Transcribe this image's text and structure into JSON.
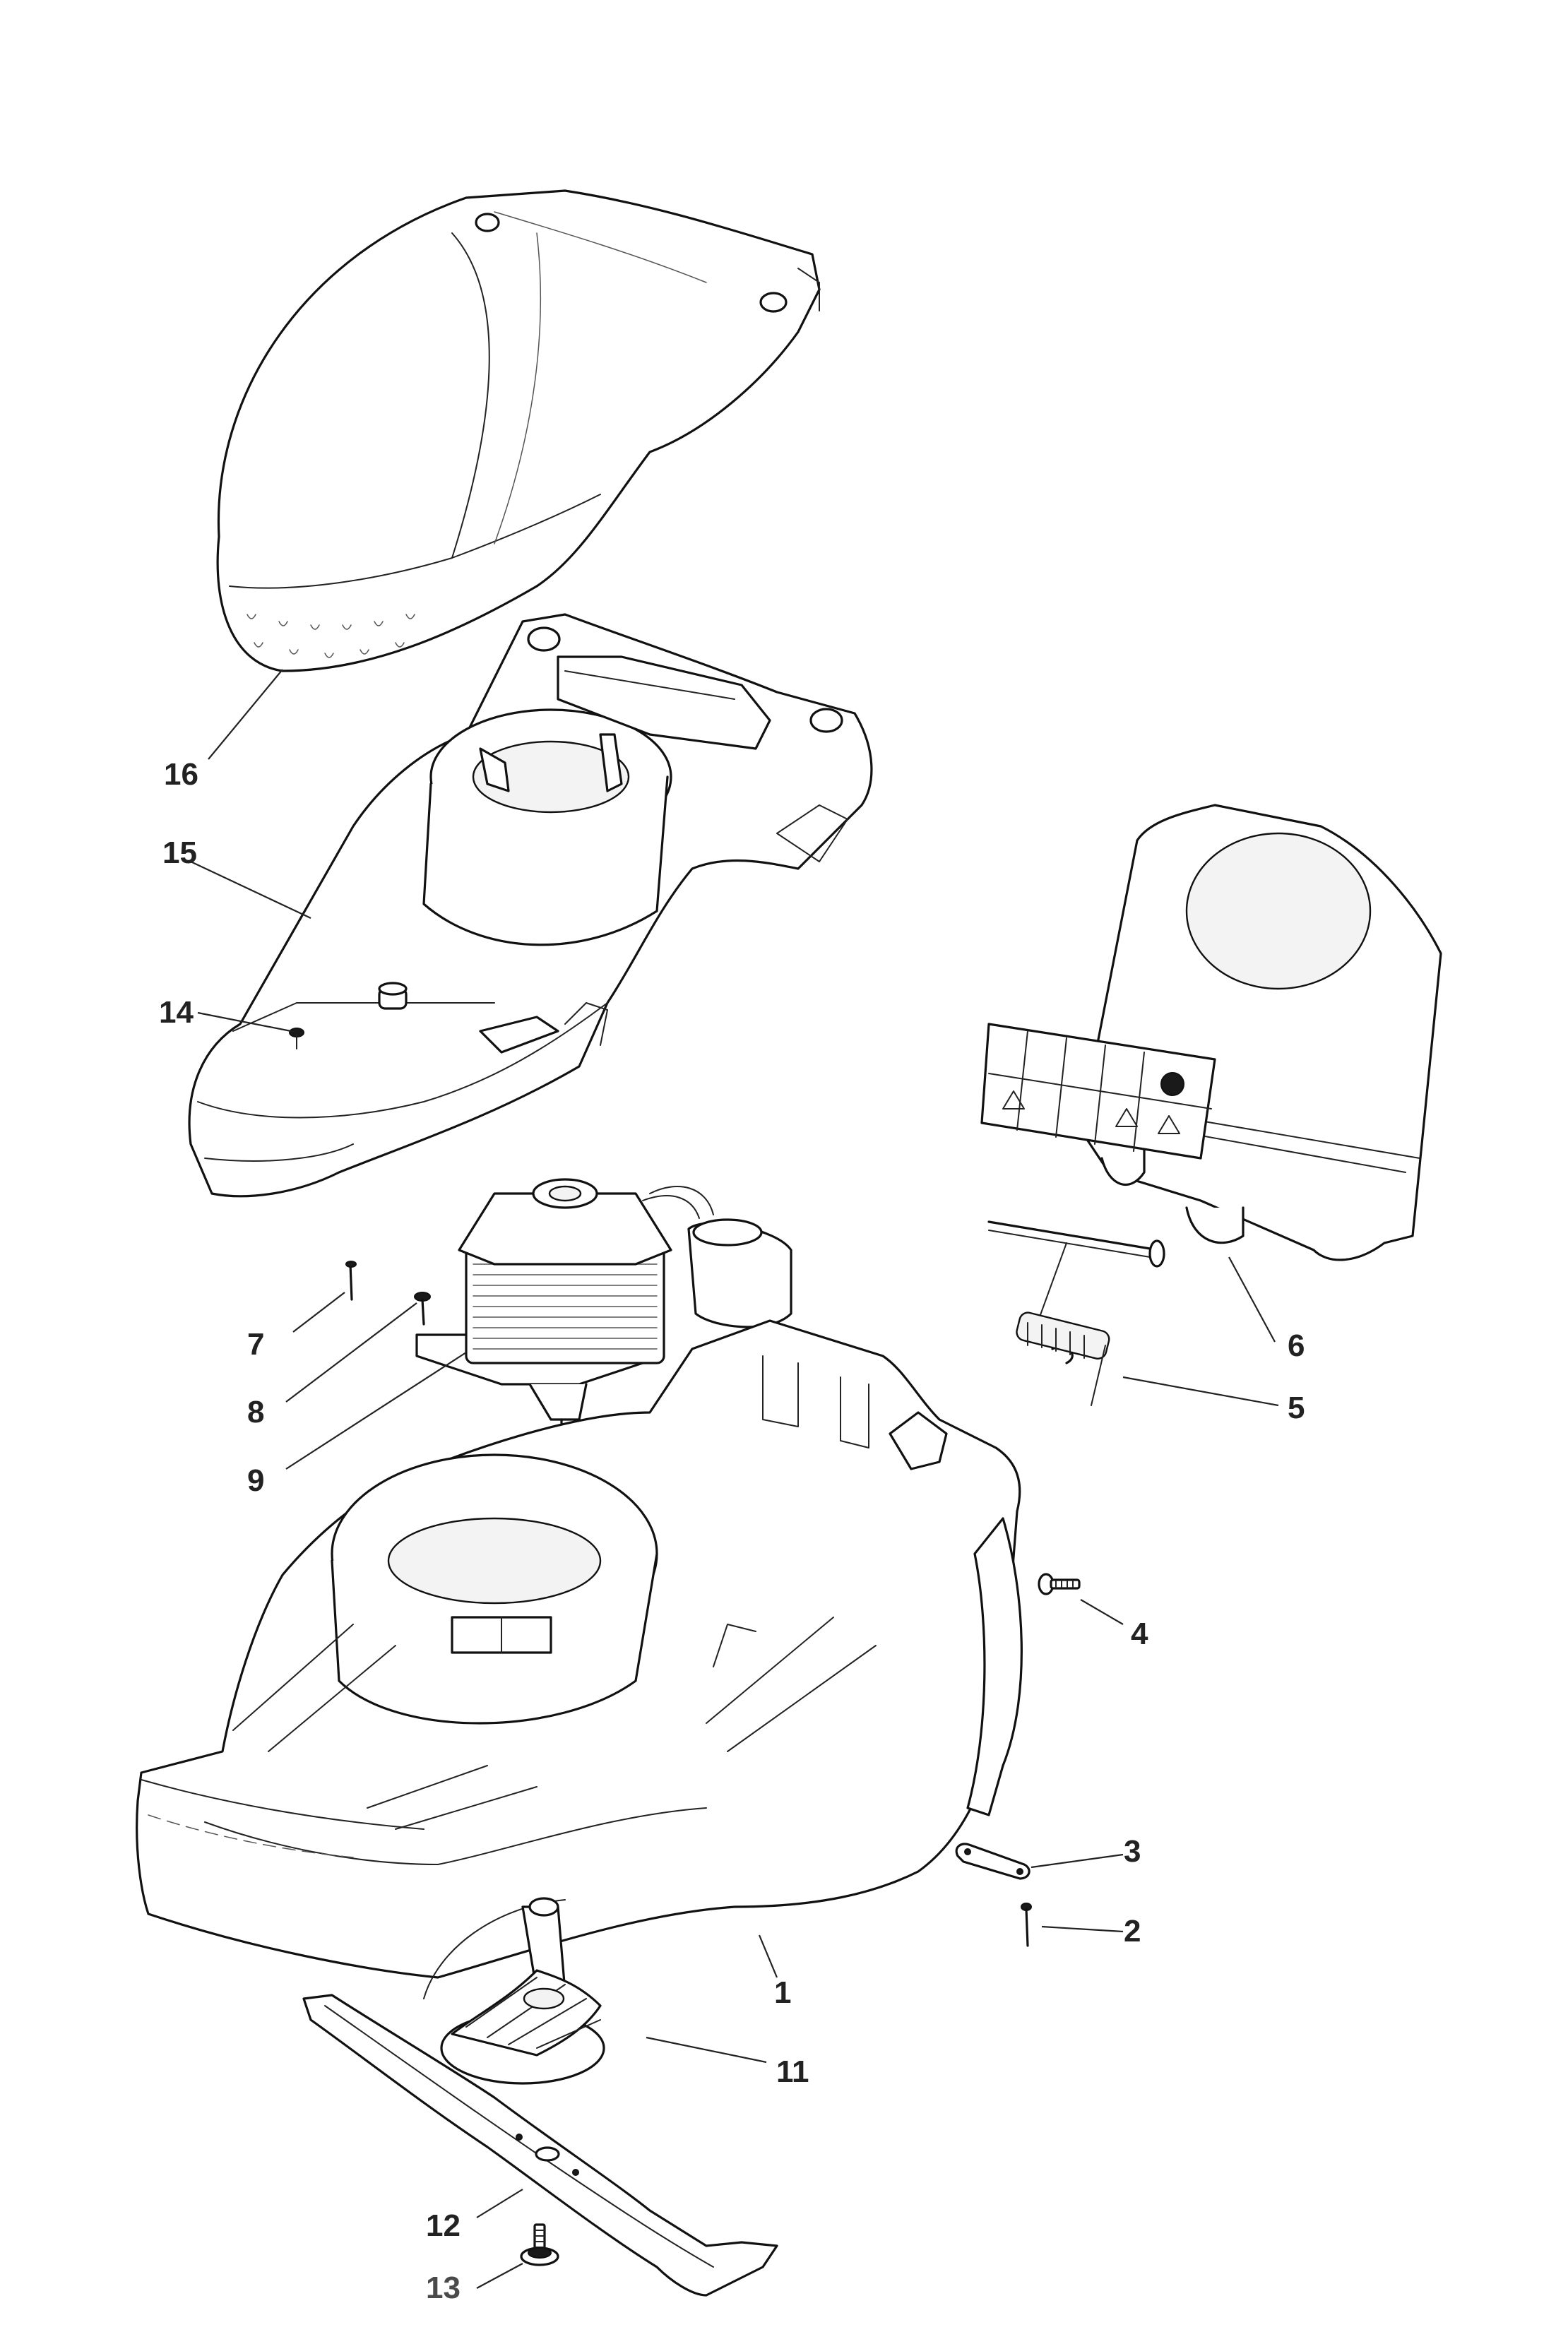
{
  "callouts": [
    {
      "id": "16",
      "label": "16"
    },
    {
      "id": "15",
      "label": "15"
    },
    {
      "id": "14",
      "label": "14"
    },
    {
      "id": "7",
      "label": "7"
    },
    {
      "id": "8",
      "label": "8"
    },
    {
      "id": "9",
      "label": "9"
    },
    {
      "id": "6",
      "label": "6"
    },
    {
      "id": "5",
      "label": "5"
    },
    {
      "id": "4",
      "label": "4"
    },
    {
      "id": "3",
      "label": "3"
    },
    {
      "id": "2",
      "label": "2"
    },
    {
      "id": "1",
      "label": "1"
    },
    {
      "id": "11",
      "label": "11"
    },
    {
      "id": "12",
      "label": "12"
    },
    {
      "id": "13",
      "label": "13"
    }
  ],
  "colors": {
    "line": "#111111",
    "label": "#222222",
    "background": "#ffffff"
  }
}
